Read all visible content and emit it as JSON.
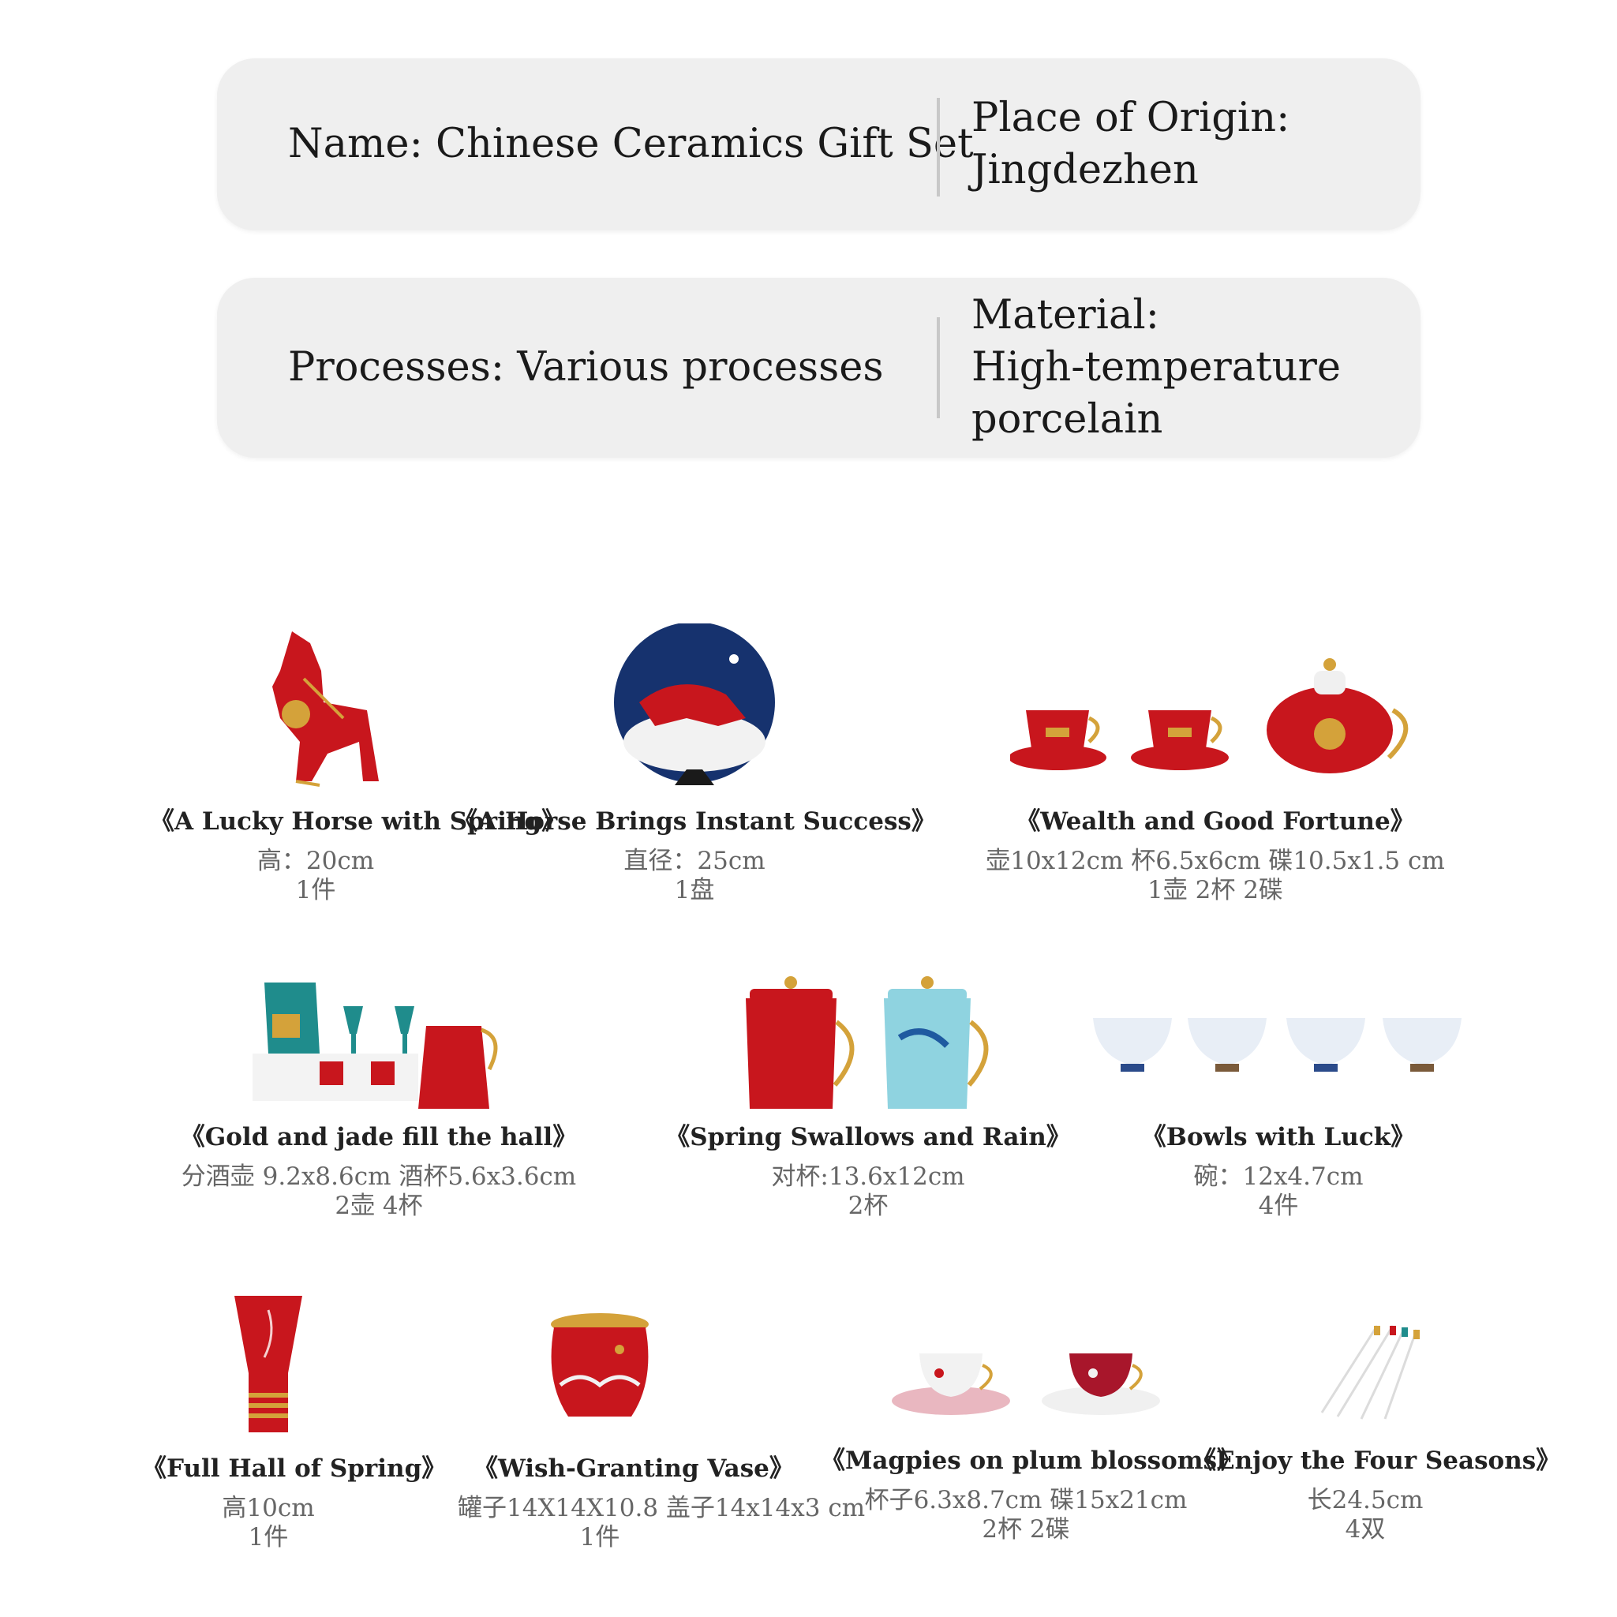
{
  "specs": {
    "name": "Name: Chinese Ceramics Gift Set",
    "origin_label": "Place of Origin:",
    "origin_value": "Jingdezhen",
    "processes": "Processes: Various processes",
    "material_label": "Material:",
    "material_line1": "High-temperature",
    "material_line2": "porcelain"
  },
  "products": [
    {
      "title": "《A Lucky Horse with Spring》",
      "size": "高：20cm",
      "count": "1件"
    },
    {
      "title": "《A Horse Brings Instant Success》",
      "size": "直径：25cm",
      "count": "1盘"
    },
    {
      "title": "《Wealth and Good Fortune》",
      "size": "壶10x12cm 杯6.5x6cm  碟10.5x1.5 cm",
      "count": "1壶  2杯  2碟"
    },
    {
      "title": "《Gold and jade fill the hall》",
      "size": "分酒壶 9.2x8.6cm 酒杯5.6x3.6cm",
      "count": "2壶 4杯"
    },
    {
      "title": "《Spring Swallows and Rain》",
      "size": "对杯:13.6x12cm",
      "count": "2杯"
    },
    {
      "title": "《Bowls with Luck》",
      "size": "碗：12x4.7cm",
      "count": "4件"
    },
    {
      "title": "《Full Hall of Spring》",
      "size": "高10cm",
      "count": "1件"
    },
    {
      "title": "《Wish-Granting Vase》",
      "size": "罐子14X14X10.8 盖子14x14x3 cm",
      "count": "1件"
    },
    {
      "title": "《Magpies on plum blossoms》",
      "size": "杯子6.3x8.7cm 碟15x21cm",
      "count": "2杯  2碟"
    },
    {
      "title": "《Enjoy the Four Seasons》",
      "size": "长24.5cm",
      "count": "4双"
    }
  ],
  "colors": {
    "red": "#c8161d",
    "gold": "#d4a23a",
    "navy": "#16326e",
    "teal": "#1f8c8c",
    "light_blue": "#8fd3e0"
  }
}
